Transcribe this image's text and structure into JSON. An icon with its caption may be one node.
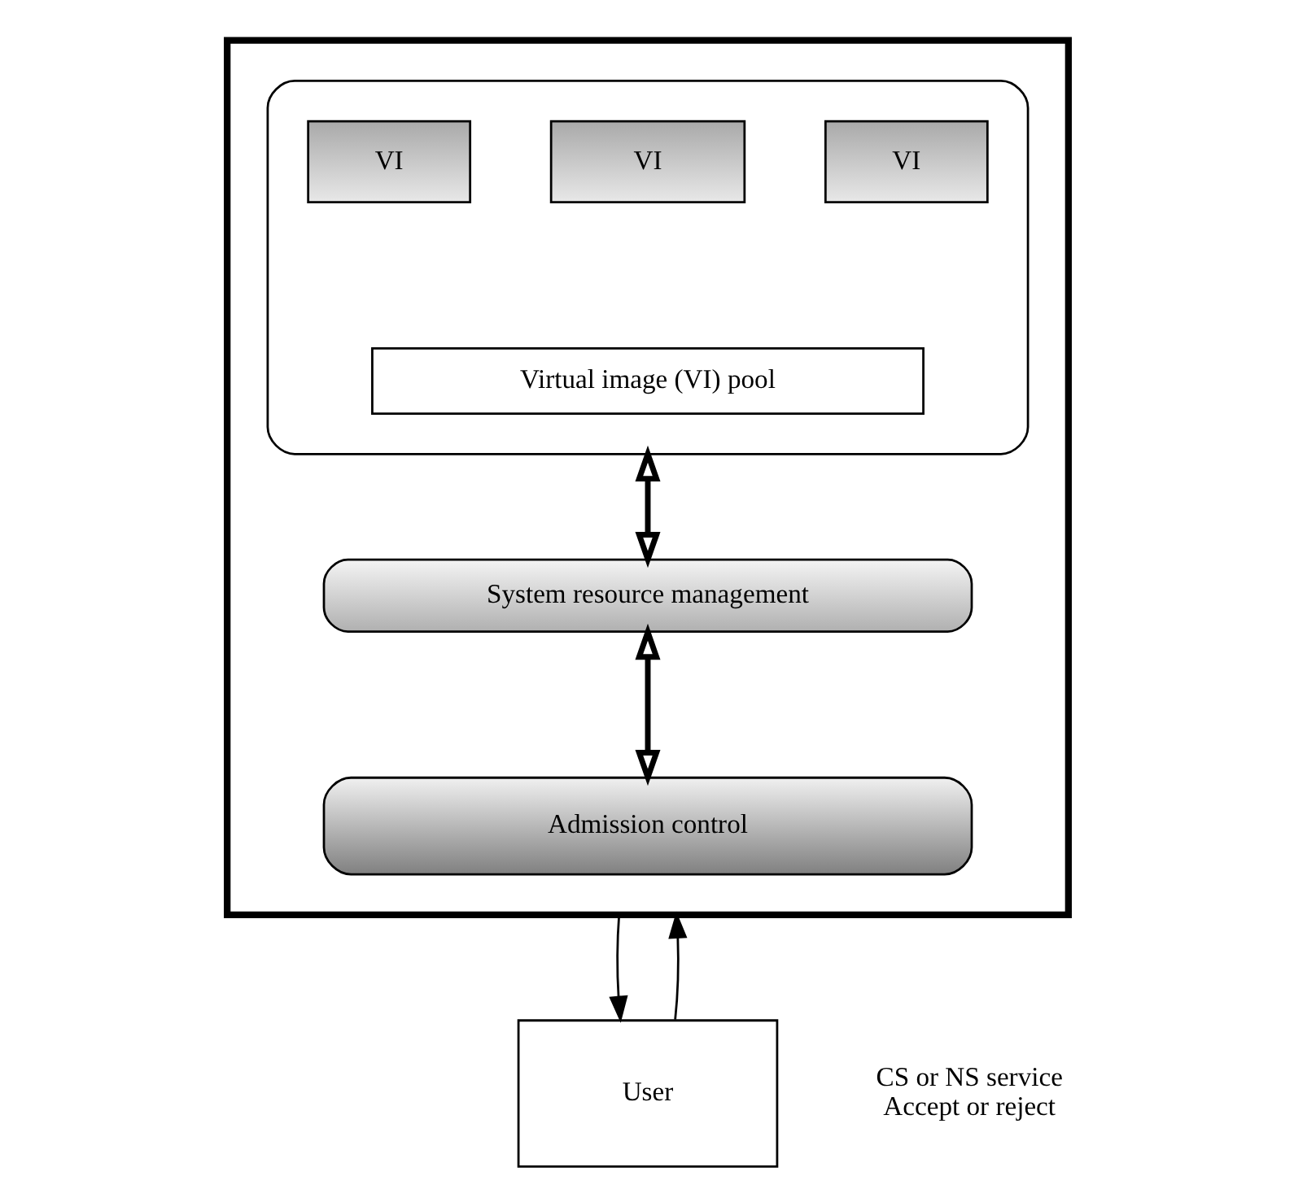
{
  "diagram": {
    "nodes": [
      {
        "text": [],
        "shape": "box"
      },
      {
        "text": [],
        "shape": "box",
        "in": 0
      },
      {
        "text": [
          "VI"
        ],
        "in": 1
      },
      {
        "text": [
          "VI"
        ],
        "in": 1
      },
      {
        "text": [
          "VI"
        ],
        "in": 1
      },
      {
        "text": [
          "Virtual image (VI) pool"
        ],
        "in": 1
      },
      {
        "text": [
          "System resource management"
        ],
        "in": 0
      },
      {
        "text": [
          "Admission control"
        ],
        "in": 0
      },
      {
        "text": [
          "User"
        ]
      }
    ],
    "edges": [
      {
        "from": 1,
        "to": 6,
        "arrow": "both",
        "style": "thick"
      },
      {
        "from": 6,
        "to": 7,
        "arrow": "both",
        "style": "thick"
      },
      {
        "from": 0,
        "to": 8,
        "arrow": "to"
      },
      {
        "from": 8,
        "to": 0,
        "arrow": "to"
      }
    ],
    "labels": [
      "CS or NS service",
      "Accept or reject"
    ]
  }
}
